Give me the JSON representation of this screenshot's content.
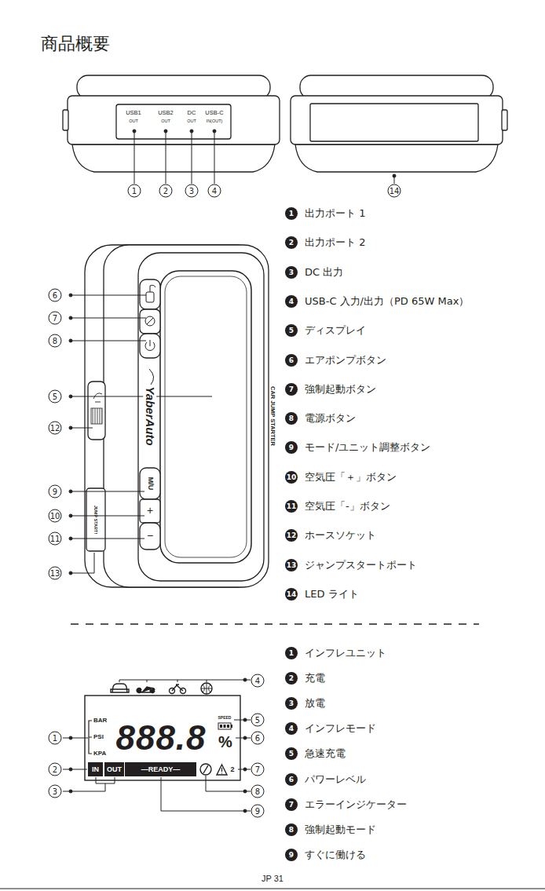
{
  "diagram": {
    "title": "商品概要",
    "nodes": [
      {
        "text": [
          "IN"
        ]
      },
      {
        "text": [
          "OUT"
        ]
      },
      {
        "text": [
          "—READY—"
        ]
      }
    ],
    "labels": [
      "USB1",
      "OUT",
      "USB2",
      "OUT",
      "DC",
      "OUT",
      "USB-C",
      "IN(OUT)",
      "1",
      "2",
      "3",
      "4",
      "14",
      "6",
      "7",
      "8",
      "5",
      "12",
      "9",
      "10",
      "11",
      "13",
      "YaberAuto",
      "CAR JUMP STARTER",
      "M/U",
      "+",
      "−",
      "JUMP START!",
      "1",
      "出力ポート 1",
      "2",
      "出力ポート 2",
      "3",
      "DC 出力",
      "4",
      "USB-C 入力/出力（PD 65W Max）",
      "5",
      "ディスプレイ",
      "6",
      "エアポンプボタン",
      "7",
      "強制起動ボタン",
      "8",
      "電源ボタン",
      "9",
      "モード/ユニット調整ボタン",
      "10",
      "空気圧「＋」ボタン",
      "11",
      "空気圧「-」ボタン",
      "12",
      "ホースソケット",
      "13",
      "ジャンプスタートポート",
      "14",
      "LED ライト",
      "BAR",
      "PSI",
      "KPA",
      "888.8",
      "SPEED",
      "%",
      "2",
      "1",
      "2",
      "3",
      "4",
      "5",
      "6",
      "7",
      "8",
      "9",
      "1",
      "インフレユニット",
      "2",
      "充電",
      "3",
      "放電",
      "4",
      "インフレモード",
      "5",
      "急速充電",
      "6",
      "パワーレベル",
      "7",
      "エラーインジケーター",
      "8",
      "強制起動モード",
      "9",
      "すぐに働ける",
      "JP 31"
    ]
  }
}
